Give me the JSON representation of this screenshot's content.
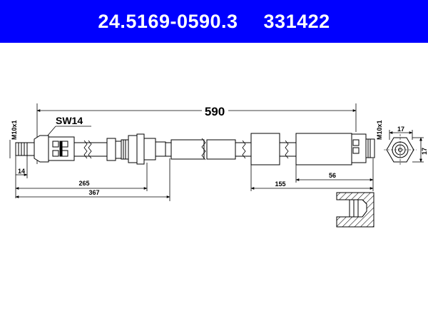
{
  "header": {
    "part_number": "24.5169-0590.3",
    "ref_number": "331422",
    "bg_color": "#0000ff"
  },
  "drawing": {
    "overall_length": "590",
    "wrench_size": "SW14",
    "thread_left": "M10x1",
    "thread_right": "M10x1",
    "dim_14": "14",
    "dim_265": "265",
    "dim_367": "367",
    "dim_155": "155",
    "dim_56": "56",
    "dim_17_width": "17",
    "dim_17_height": "17"
  }
}
